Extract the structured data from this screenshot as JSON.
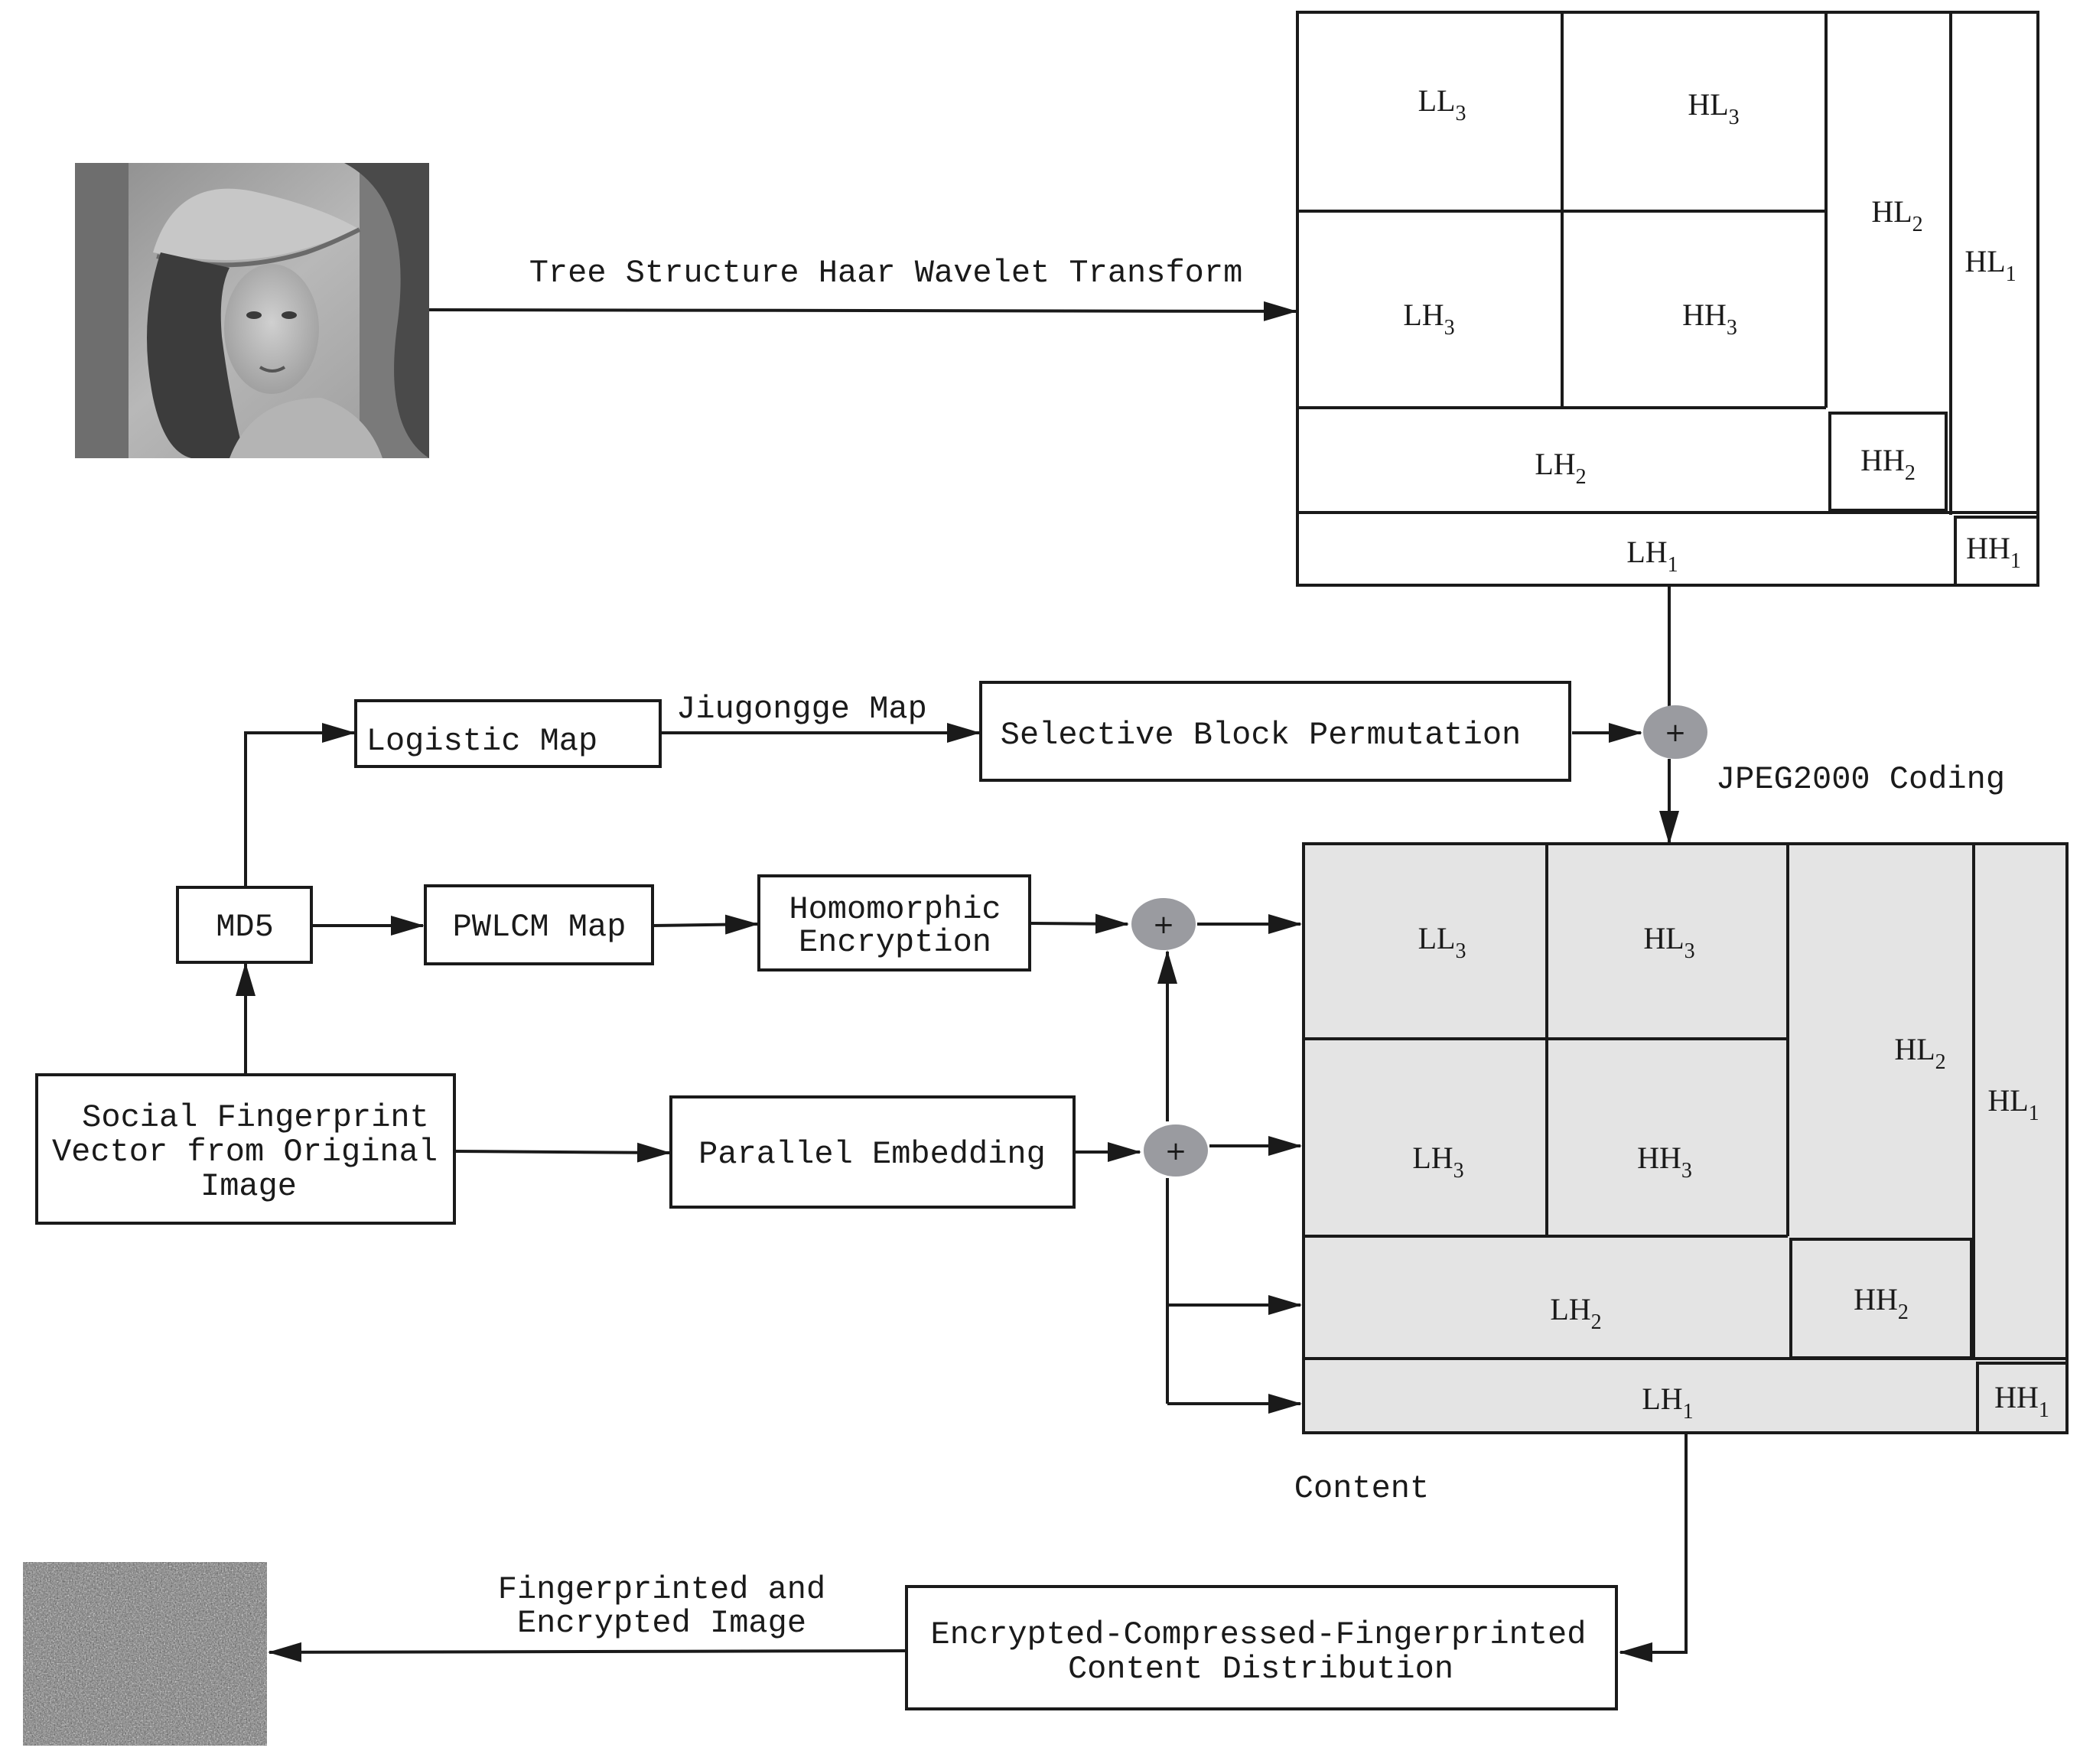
{
  "input_image": {
    "kind": "photo",
    "tone": "grayscale portrait"
  },
  "output_image": {
    "kind": "noise",
    "tone": "grayscale noise"
  },
  "top_arrow_label": "Tree Structure Haar Wavelet Transform",
  "wavelet_top": {
    "LL3": "LL",
    "LL3_sub": "3",
    "HL3": "HL",
    "HL3_sub": "3",
    "LH3": "LH",
    "LH3_sub": "3",
    "HH3": "HH",
    "HH3_sub": "3",
    "HL2": "HL",
    "HL2_sub": "2",
    "LH2": "LH",
    "LH2_sub": "2",
    "HH2": "HH",
    "HH2_sub": "2",
    "HL1": "HL",
    "HL1_sub": "1",
    "LH1": "LH",
    "LH1_sub": "1",
    "HH1": "HH",
    "HH1_sub": "1"
  },
  "wavelet_bottom": {
    "LL3": "LL",
    "LL3_sub": "3",
    "HL3": "HL",
    "HL3_sub": "3",
    "LH3": "LH",
    "LH3_sub": "3",
    "HH3": "HH",
    "HH3_sub": "3",
    "HL2": "HL",
    "HL2_sub": "2",
    "LH2": "LH",
    "LH2_sub": "2",
    "HH2": "HH",
    "HH2_sub": "2",
    "HL1": "HL",
    "HL1_sub": "1",
    "LH1": "LH",
    "LH1_sub": "1",
    "HH1": "HH",
    "HH1_sub": "1"
  },
  "nodes": {
    "logistic_map": "Logistic Map",
    "jiugongge_label": "Jiugongge Map",
    "selective_block": "Selective Block Permutation",
    "jpeg_label": "JPEG2000 Coding",
    "md5": "MD5",
    "pwlcm": "PWLCM Map",
    "homomorphic_l1": "Homomorphic",
    "homomorphic_l2": "Encryption",
    "social_l1": "Social Fingerprint",
    "social_l2": "Vector from Original",
    "social_l3": "Image",
    "parallel": "Parallel Embedding",
    "content_label": "Content",
    "distribution_l1": "Encrypted-Compressed-Fingerprinted",
    "distribution_l2": "Content Distribution",
    "output_label_l1": "Fingerprinted and",
    "output_label_l2": "Encrypted Image",
    "plus": "+"
  },
  "colors": {
    "stroke": "#1a1a1a",
    "grey_panel": "#e4e4e4",
    "operator": "#9a9ba0"
  }
}
